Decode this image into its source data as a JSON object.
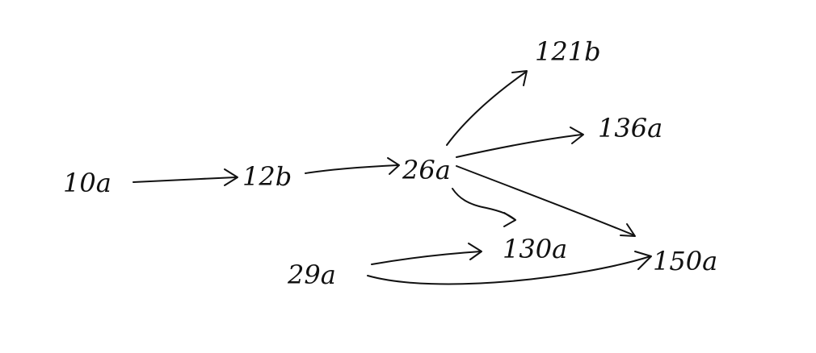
{
  "diagram": {
    "nodes": [
      {
        "id": "n10a",
        "label": "10a"
      },
      {
        "id": "n12b",
        "label": "12b"
      },
      {
        "id": "n26a",
        "label": "26a"
      },
      {
        "id": "n121b",
        "label": "121b"
      },
      {
        "id": "n136a",
        "label": "136a"
      },
      {
        "id": "n150a",
        "label": "150a"
      },
      {
        "id": "n130a",
        "label": "130a"
      },
      {
        "id": "n29a",
        "label": "29a"
      }
    ],
    "edges": [
      {
        "from": "n10a",
        "to": "n12b"
      },
      {
        "from": "n12b",
        "to": "n26a"
      },
      {
        "from": "n26a",
        "to": "n121b"
      },
      {
        "from": "n26a",
        "to": "n136a"
      },
      {
        "from": "n26a",
        "to": "n150a"
      },
      {
        "from": "n26a",
        "to": "n130a"
      },
      {
        "from": "n29a",
        "to": "n130a"
      },
      {
        "from": "n29a",
        "to": "n150a"
      }
    ]
  }
}
